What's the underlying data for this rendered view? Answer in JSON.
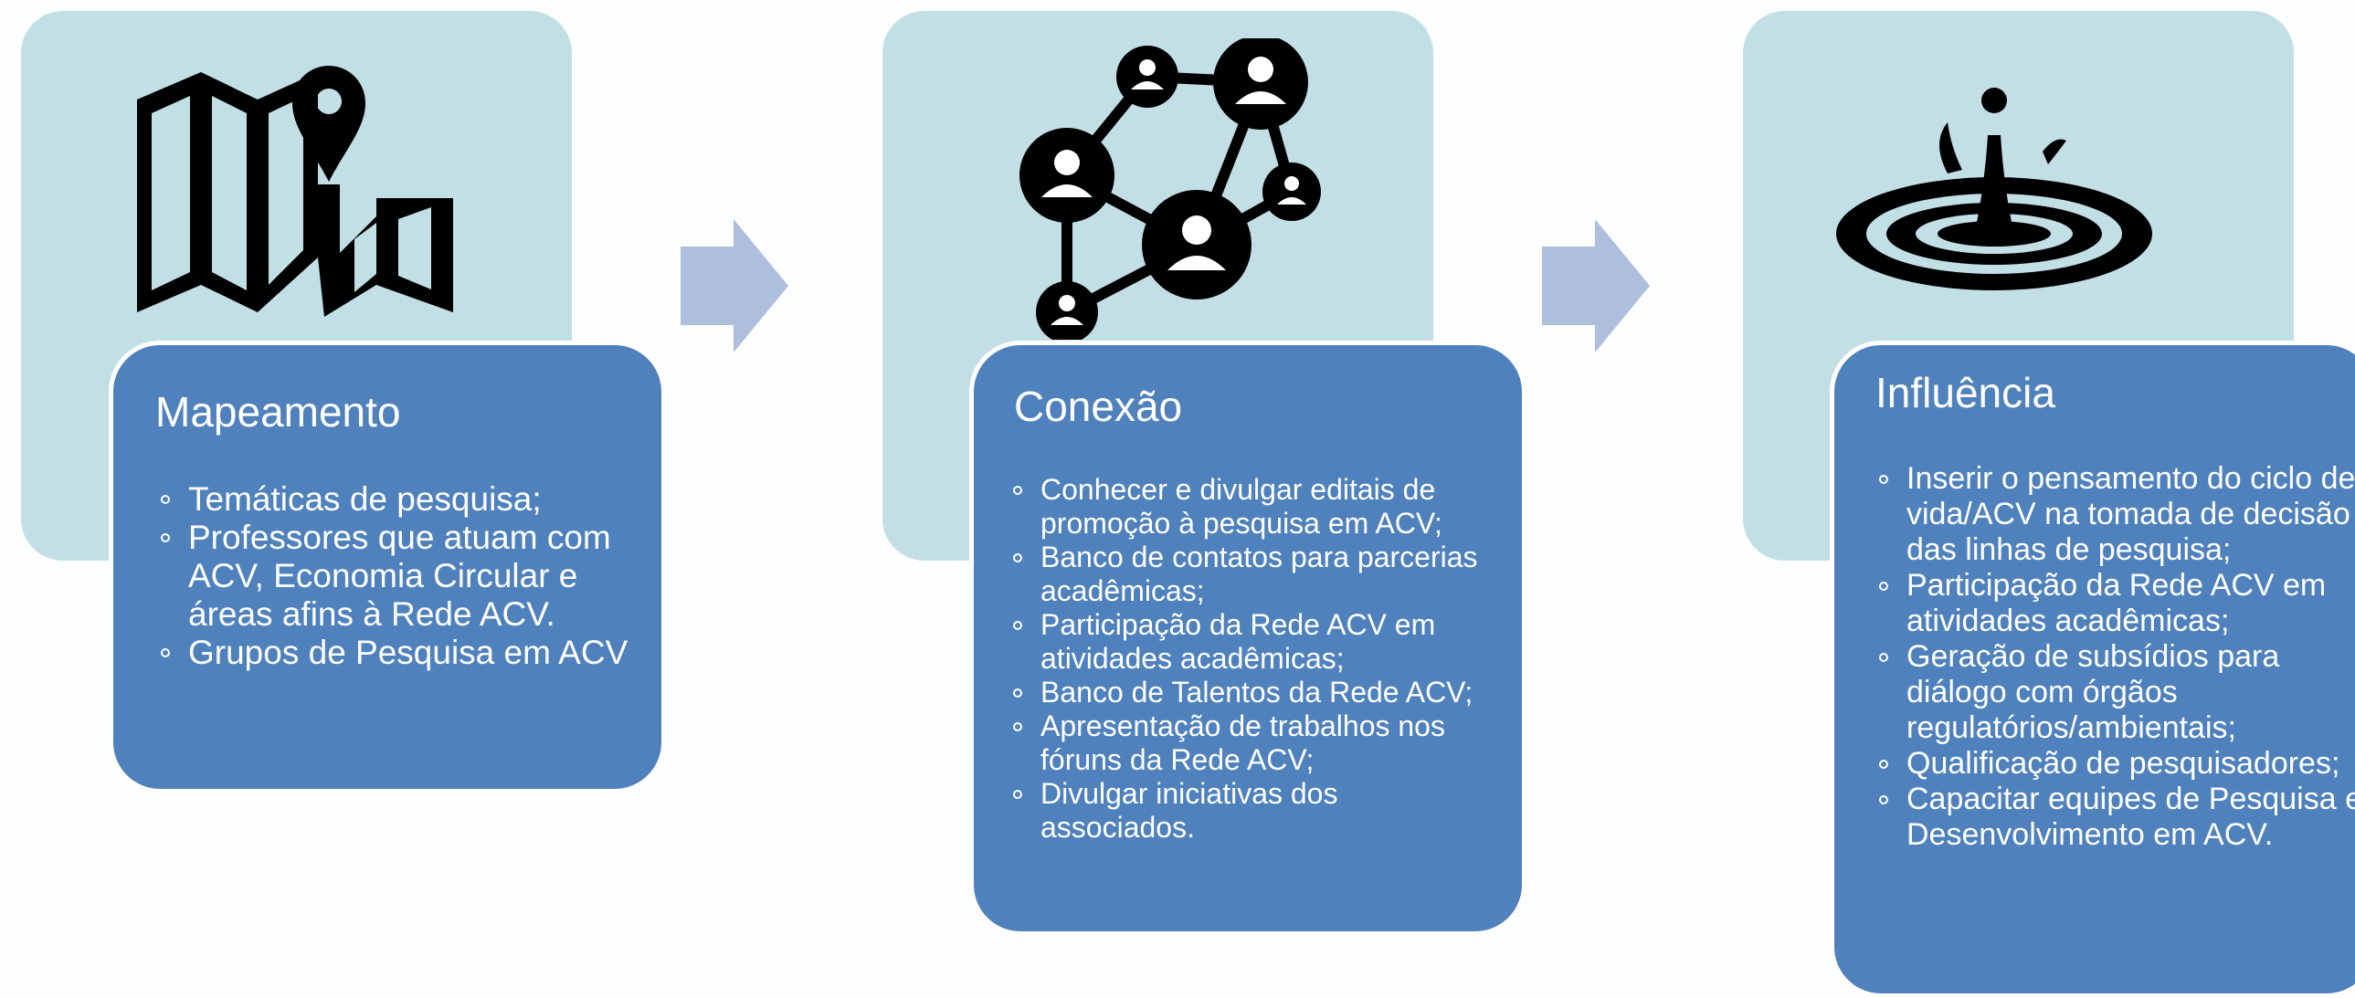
{
  "colors": {
    "background_card": "#c2dfe6",
    "foreground_card": "#4f81bd",
    "arrow": "#aebedd",
    "icon": "#000000",
    "text": "#ffffff"
  },
  "steps": [
    {
      "icon": "map-pin-icon",
      "title": "Mapeamento",
      "items": [
        "Temáticas de pesquisa;",
        "Professores que atuam com ACV, Economia Circular e áreas afins à Rede ACV.",
        "Grupos de Pesquisa em ACV"
      ]
    },
    {
      "icon": "network-people-icon",
      "title": "Conexão",
      "items": [
        "Conhecer e divulgar editais de promoção à pesquisa em ACV;",
        "Banco de contatos para parcerias acadêmicas;",
        "Participação da Rede ACV em atividades acadêmicas;",
        "Banco de Talentos da Rede ACV;",
        "Apresentação de trabalhos nos fóruns da Rede ACV;",
        "Divulgar iniciativas dos associados."
      ]
    },
    {
      "icon": "water-splash-icon",
      "title": "Influência",
      "items": [
        "Inserir o pensamento do ciclo de vida/ACV na tomada de decisão das linhas de pesquisa;",
        "Participação da Rede ACV em atividades acadêmicas;",
        "Geração de subsídios para diálogo com órgãos regulatórios/ambientais;",
        "Qualificação de pesquisadores;",
        "Capacitar equipes de Pesquisa e Desenvolvimento em ACV."
      ]
    }
  ]
}
